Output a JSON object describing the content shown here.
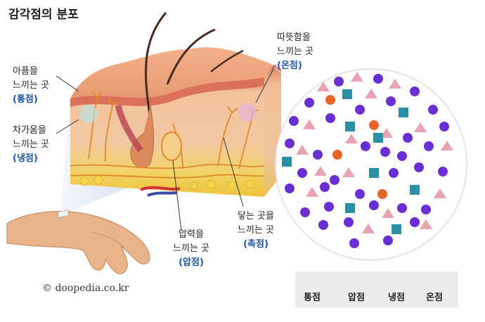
{
  "title": "감각점의 분포",
  "labels": {
    "pain": {
      "line1": "아픔을",
      "line2": "느끼는 곳",
      "kw": "(통점)"
    },
    "cold": {
      "line1": "차가움을",
      "line2": "느끼는 곳",
      "kw": "(냉점)"
    },
    "warm": {
      "line1": "따뜻함을",
      "line2": "느끼는 곳",
      "kw": "(온점)"
    },
    "pressure": {
      "line1": "압력을",
      "line2": "느끼는 곳",
      "kw": "(압점)"
    },
    "touch": {
      "line1": "닿는 곳을",
      "line2": "느끼는 곳",
      "kw": "(촉점)"
    }
  },
  "legend": [
    "통점",
    "압점",
    "냉점",
    "온점"
  ],
  "colors": {
    "pain": "#6a2fd3",
    "pressure": "#e9a3b1",
    "cold": "#2b8fa6",
    "warm": "#e8652a",
    "accent": "#1d56a6"
  },
  "copyright": "© doopedia.co.kr"
}
